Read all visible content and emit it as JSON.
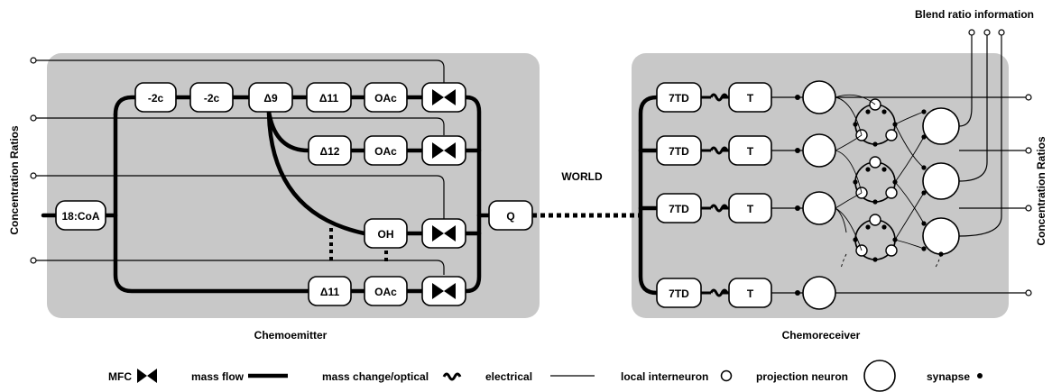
{
  "labels": {
    "blend_ratio": "Blend ratio information",
    "concentration_left": "Concentration Ratios",
    "concentration_right": "Concentration Ratios",
    "world": "WORLD",
    "chemoemitter": "Chemoemitter",
    "chemoreceiver": "Chemoreceiver"
  },
  "emitter": {
    "source": "18:CoA",
    "row1": [
      "-2c",
      "-2c",
      "Δ9",
      "Δ11",
      "OAc"
    ],
    "row2": [
      "Δ12",
      "OAc"
    ],
    "row3": [
      "OH"
    ],
    "row4": [
      "Δ11",
      "OAc"
    ],
    "output": "Q"
  },
  "receiver": {
    "receptor": "7TD",
    "transducer": "T"
  },
  "legend": {
    "mfc": "MFC",
    "mass_flow": "mass flow",
    "mass_change": "mass change/optical",
    "electrical": "electrical",
    "local_interneuron": "local interneuron",
    "projection_neuron": "projection neuron",
    "synapse": "synapse"
  }
}
